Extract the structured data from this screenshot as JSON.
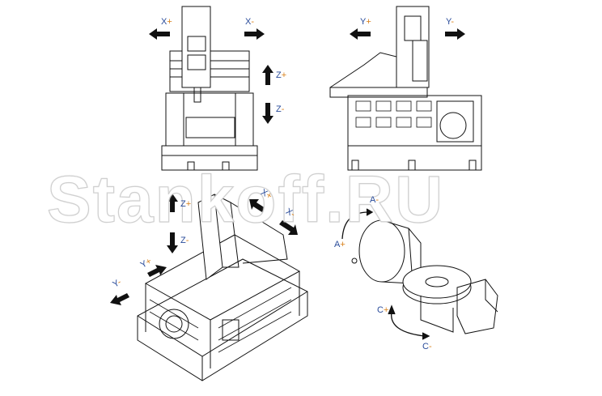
{
  "watermark": "Stankoff.RU",
  "colors": {
    "axis_letter": "#2a4c9a",
    "axis_sign": "#d8801a",
    "lines": "#111111",
    "arrows": "#111111"
  },
  "front_view": {
    "x_plus": {
      "axis": "X",
      "sign": "+"
    },
    "x_minus": {
      "axis": "X",
      "sign": "-"
    },
    "z_plus": {
      "axis": "Z",
      "sign": "+"
    },
    "z_minus": {
      "axis": "Z",
      "sign": "-"
    }
  },
  "side_view": {
    "y_plus": {
      "axis": "Y",
      "sign": "+"
    },
    "y_minus": {
      "axis": "Y",
      "sign": "-"
    }
  },
  "iso_view": {
    "z_plus": {
      "axis": "Z",
      "sign": "+"
    },
    "z_minus": {
      "axis": "Z",
      "sign": "-"
    },
    "x_plus": {
      "axis": "X",
      "sign": "+"
    },
    "x_minus": {
      "axis": "X",
      "sign": "-"
    },
    "y_plus": {
      "axis": "Y",
      "sign": "+"
    },
    "y_minus": {
      "axis": "Y",
      "sign": "-"
    }
  },
  "rotary_table": {
    "a_minus": {
      "axis": "A",
      "sign": "-"
    },
    "a_plus": {
      "axis": "A",
      "sign": "+"
    },
    "c_plus": {
      "axis": "C",
      "sign": "+"
    },
    "c_minus": {
      "axis": "C",
      "sign": "-"
    }
  }
}
